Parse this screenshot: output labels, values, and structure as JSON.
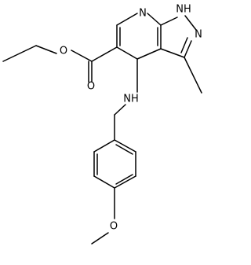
{
  "molecule": {
    "atoms": {
      "ring_n_pyridine": "N",
      "nh_pyrazole": "NH",
      "n_pyrazole": "N",
      "ester_o_single": "O",
      "ester_o_double": "O",
      "amine_nh": "NH",
      "methoxy_o": "O"
    }
  }
}
